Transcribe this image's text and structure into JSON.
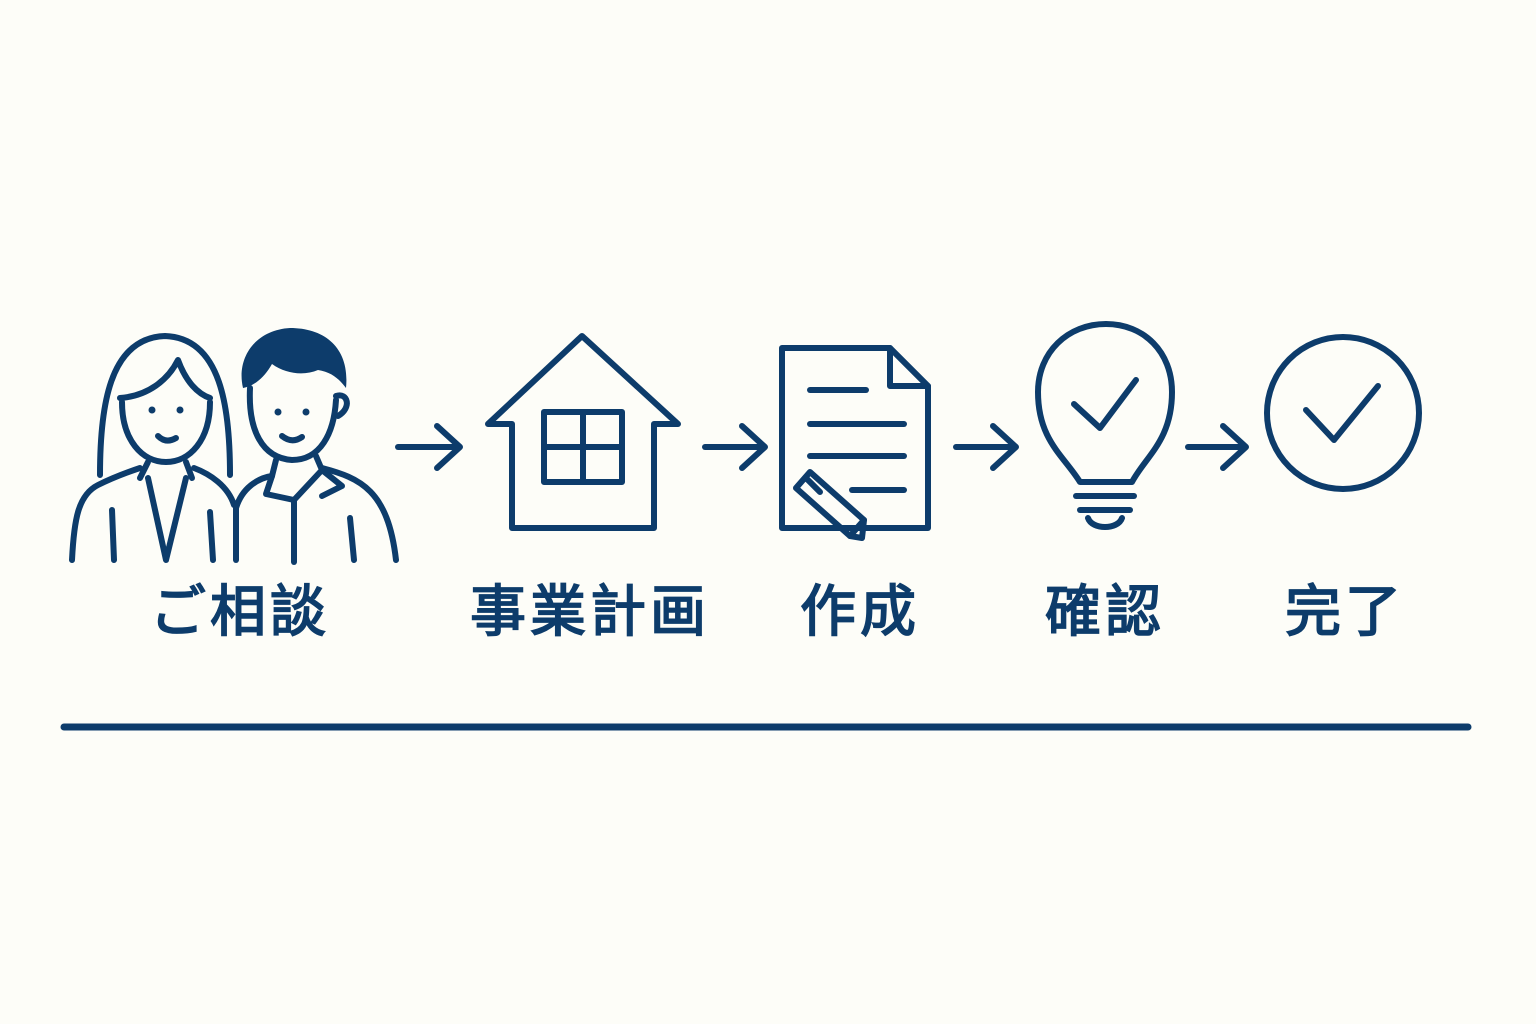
{
  "colors": {
    "background": "#fdfdf8",
    "primary": "#0d3c6b"
  },
  "steps": [
    {
      "label": "ご相談",
      "icon": "consultation-people-icon"
    },
    {
      "label": "事業計画",
      "icon": "house-icon"
    },
    {
      "label": "作成",
      "icon": "document-pencil-icon"
    },
    {
      "label": "確認",
      "icon": "lightbulb-check-icon"
    },
    {
      "label": "完了",
      "icon": "circle-check-icon"
    }
  ],
  "connectors": [
    {
      "icon": "arrow-right-icon"
    },
    {
      "icon": "arrow-right-icon"
    },
    {
      "icon": "arrow-right-icon"
    },
    {
      "icon": "arrow-right-icon"
    }
  ]
}
